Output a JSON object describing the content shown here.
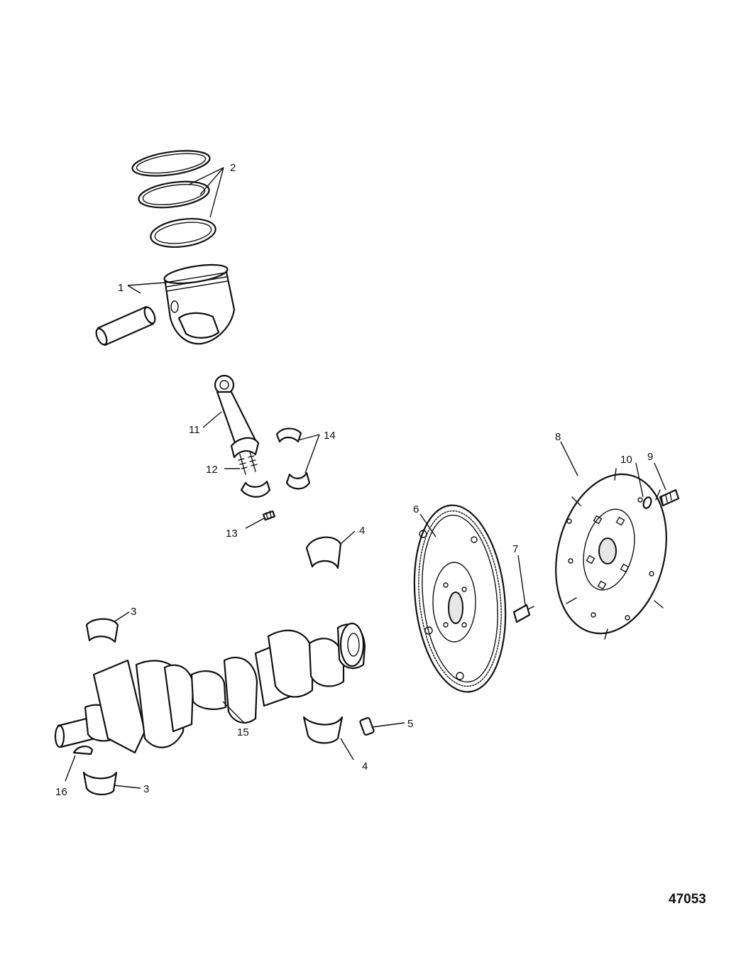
{
  "figure": {
    "number": "47053"
  },
  "callouts": [
    {
      "id": "1",
      "text": "1"
    },
    {
      "id": "2",
      "text": "2"
    },
    {
      "id": "3a",
      "text": "3"
    },
    {
      "id": "3b",
      "text": "3"
    },
    {
      "id": "4a",
      "text": "4"
    },
    {
      "id": "4b",
      "text": "4"
    },
    {
      "id": "5",
      "text": "5"
    },
    {
      "id": "6",
      "text": "6"
    },
    {
      "id": "7",
      "text": "7"
    },
    {
      "id": "8",
      "text": "8"
    },
    {
      "id": "9",
      "text": "9"
    },
    {
      "id": "10",
      "text": "10"
    },
    {
      "id": "11",
      "text": "11"
    },
    {
      "id": "12",
      "text": "12"
    },
    {
      "id": "13",
      "text": "13"
    },
    {
      "id": "14",
      "text": "14"
    },
    {
      "id": "15",
      "text": "15"
    },
    {
      "id": "16",
      "text": "16"
    }
  ]
}
